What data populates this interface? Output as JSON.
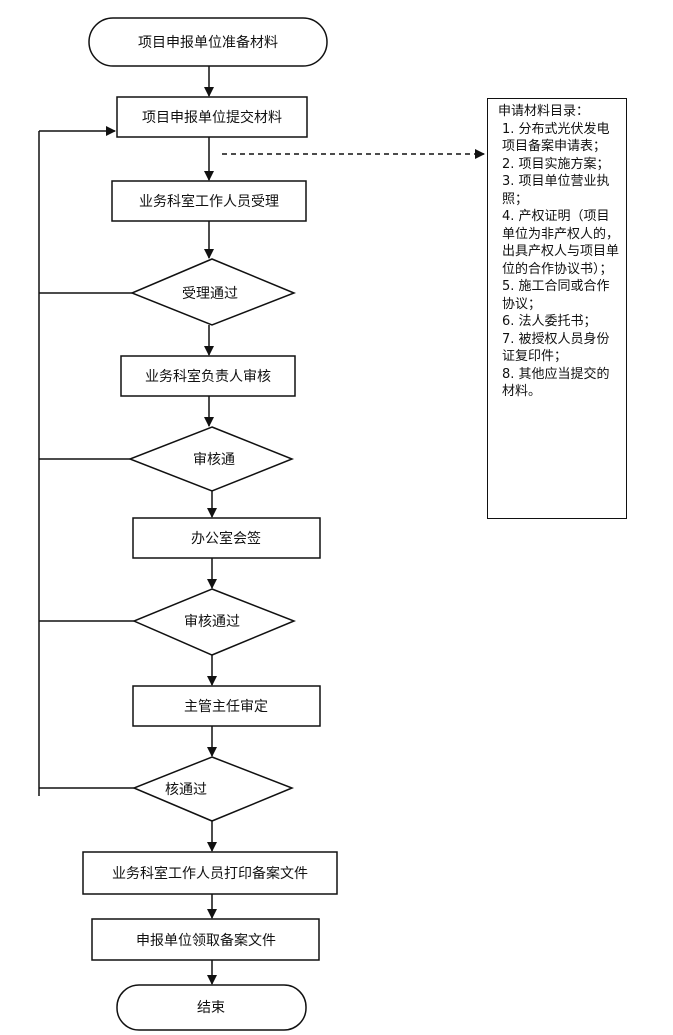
{
  "flowchart": {
    "start": "项目申报单位准备材料",
    "submit": "项目申报单位提交材料",
    "accept": "业务科室工作人员受理",
    "decision_accept": "受理通过",
    "head_review": "业务科室负责人审核",
    "decision_review": "审核通",
    "countersign": "办公室会签",
    "decision_countersign": "审核通过",
    "director_approve": "主管主任审定",
    "decision_final": "核通过",
    "print": "业务科室工作人员打印备案文件",
    "collect": "申报单位领取备案文件",
    "end": "结束"
  },
  "materials": {
    "title": "申请材料目录：",
    "items": [
      "1. 分布式光伏发电项目备案申请表；",
      "2. 项目实施方案；",
      "3. 项目单位营业执照；",
      "4. 产权证明（项目单位为非产权人的，出具产权人与项目单位的合作协议书）；",
      "5. 施工合同或合作协议；",
      "6. 法人委托书；",
      "7. 被授权人员身份证复印件；",
      "8. 其他应当提交的材料。"
    ]
  }
}
